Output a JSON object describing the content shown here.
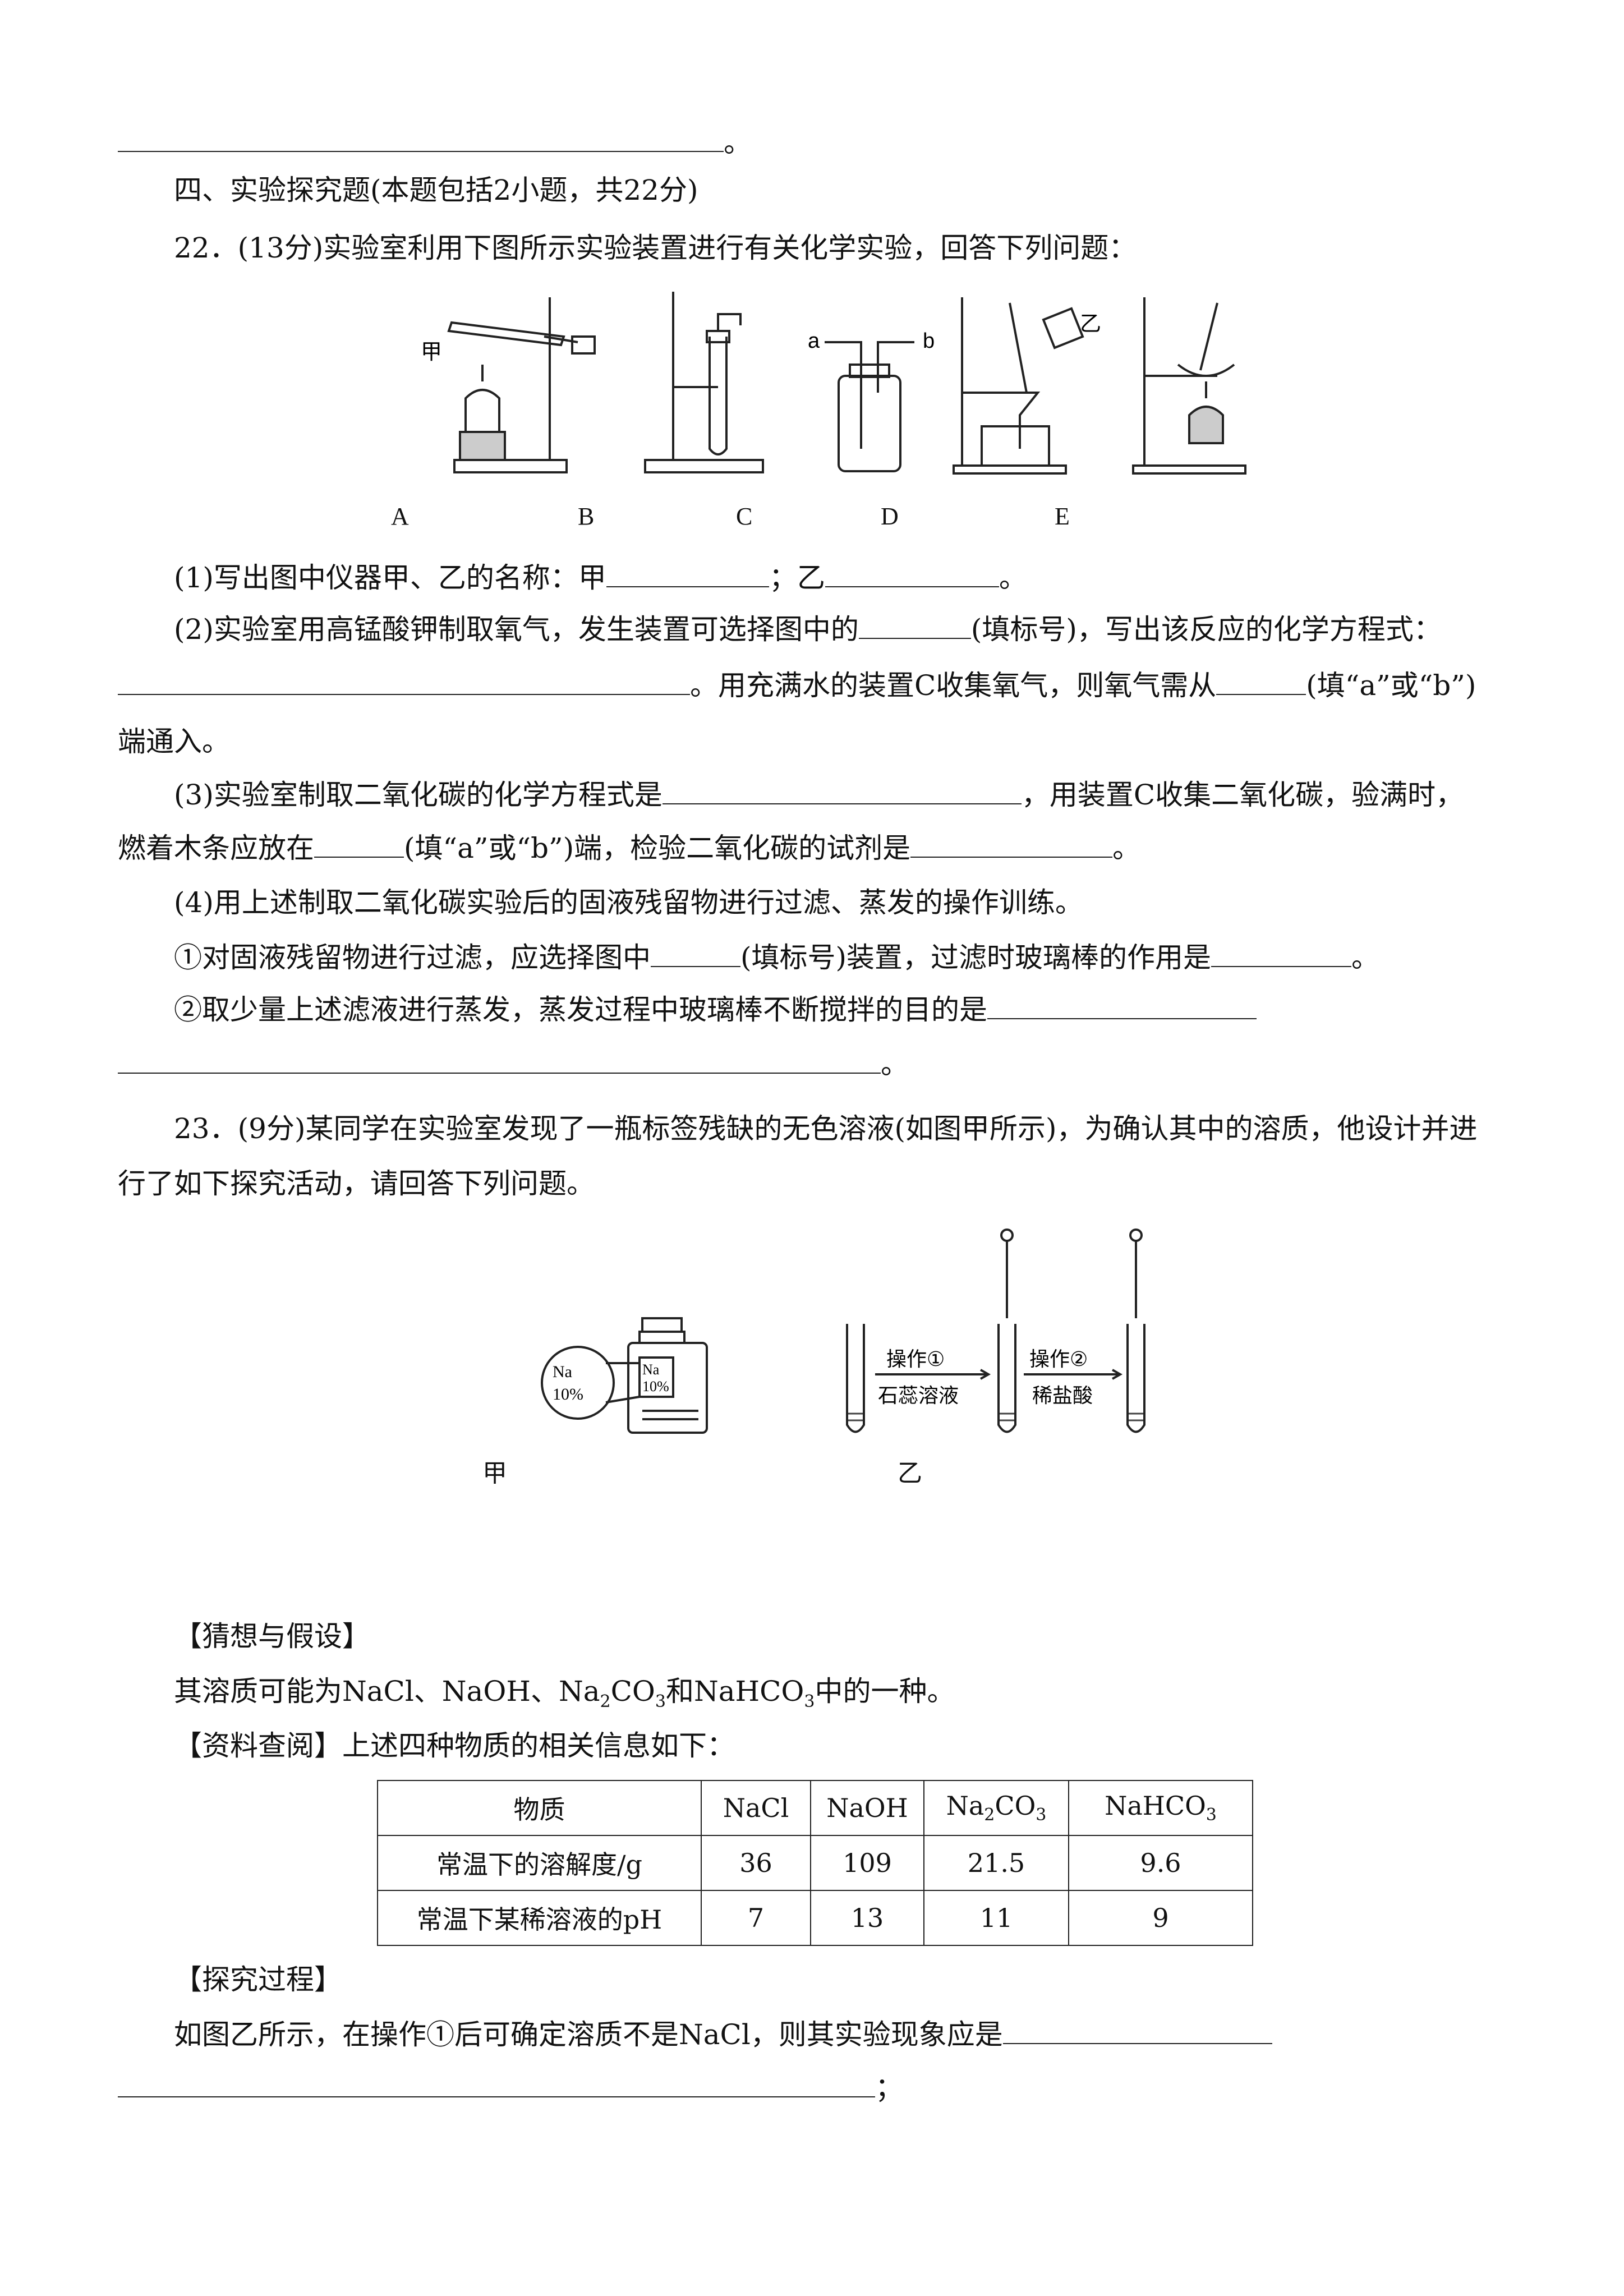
{
  "top_period": "。",
  "section_heading": "四、实验探究题(本题包括2小题，共22分)",
  "q22": {
    "stem": "22．(13分)实验室利用下图所示实验装置进行有关化学实验，回答下列问题：",
    "fig_letters": [
      "A",
      "B",
      "C",
      "D",
      "E"
    ],
    "label_jia": "甲",
    "label_yi": "乙",
    "label_a": "a",
    "label_b": "b",
    "p1_a": "(1)写出图中仪器甲、乙的名称：甲",
    "p1_b": "；乙",
    "p1_c": "。",
    "p2_a": "(2)实验室用高锰酸钾制取氧气，发生装置可选择图中的",
    "p2_b": "(填标号)，写出该反应的化学方程式：",
    "p2_c": "。用充满水的装置C收集氧气，则氧气需从",
    "p2_d": "(填“a”或“b”)",
    "p2_e": "端通入。",
    "p3_a": "(3)实验室制取二氧化碳的化学方程式是",
    "p3_b": "，用装置C收集二氧化碳，验满时，",
    "p3_c": "燃着木条应放在",
    "p3_d": "(填“a”或“b”)端，检验二氧化碳的试剂是",
    "p3_e": "。",
    "p4": "(4)用上述制取二氧化碳实验后的固液残留物进行过滤、蒸发的操作训练。",
    "p4_1a": "①对固液残留物进行过滤，应选择图中",
    "p4_1b": "(填标号)装置，过滤时玻璃棒的作用是",
    "p4_1c": "。",
    "p4_2a": "②取少量上述滤液进行蒸发，蒸发过程中玻璃棒不断搅拌的目的是",
    "p4_2b": "。"
  },
  "q23": {
    "stem_1": "23．(9分)某同学在实验室发现了一瓶标签残缺的无色溶液(如图甲所示)，为确认其中的溶质，他设计并进",
    "stem_2": "行了如下探究活动，请回答下列问题。",
    "fig_jia": "甲",
    "fig_yi": "乙",
    "bottle_label_1": "Na",
    "bottle_label_2": "10%",
    "op1": "操作①",
    "op1_reagent": "石蕊溶液",
    "op2": "操作②",
    "op2_reagent": "稀盐酸",
    "guess_heading": "【猜想与假设】",
    "guess_text": "其溶质可能为NaCl、NaOH、Na2CO3和NaHCO3中的一种。",
    "info_heading": "【资料查阅】上述四种物质的相关信息如下：",
    "table": {
      "headers": [
        "物质",
        "NaCl",
        "NaOH",
        "Na2CO3",
        "NaHCO3"
      ],
      "rows": [
        [
          "常温下的溶解度/g",
          "36",
          "109",
          "21.5",
          "9.6"
        ],
        [
          "常温下某稀溶液的pH",
          "7",
          "13",
          "11",
          "9"
        ]
      ]
    },
    "process_heading": "【探究过程】",
    "process_a": "如图乙所示，在操作①后可确定溶质不是NaCl，则其实验现象应是",
    "process_b": "；"
  }
}
